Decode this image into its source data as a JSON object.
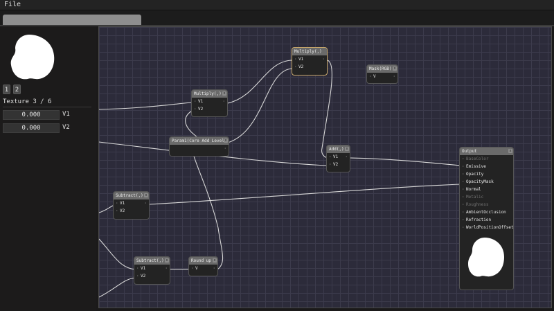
{
  "menu": {
    "file": "File"
  },
  "left_panel": {
    "buttons": [
      "1",
      "2"
    ],
    "texture_label": "Texture 3 / 6",
    "fields": [
      {
        "value": "0.000",
        "label": "V1"
      },
      {
        "value": "0.000",
        "label": "V2"
      }
    ]
  },
  "nodes": {
    "multiply_top": {
      "title": "Multiply(,)",
      "inputs": [
        "V1",
        "V2"
      ]
    },
    "multiply_mid": {
      "title": "Multiply(,)",
      "inputs": [
        "V1",
        "V2"
      ]
    },
    "mask": {
      "title": "Mask(RGB)",
      "inputs": [
        "V"
      ]
    },
    "param": {
      "title": "Param1(Core Add Level)"
    },
    "add": {
      "title": "Add(,)",
      "inputs": [
        "V1",
        "V2"
      ]
    },
    "subtract_a": {
      "title": "Subtract(,)",
      "inputs": [
        "V1",
        "V2"
      ]
    },
    "subtract_b": {
      "title": "Subtract(,)",
      "inputs": [
        "V1",
        "V2"
      ]
    },
    "round_up": {
      "title": "Round up",
      "inputs": [
        "V"
      ]
    },
    "output": {
      "title": "Output",
      "inputs": [
        "BaseColor",
        "Emissive",
        "Opacity",
        "OpacityMask",
        "Normal",
        "Metalic",
        "Roughness",
        "AmbientOcclusion",
        "Refraction",
        "WorldPositionOffset"
      ],
      "disabled": [
        "BaseColor",
        "Metalic",
        "Roughness"
      ]
    }
  },
  "close_glyph": "x",
  "colors": {
    "canvas": "#2c2b3a",
    "grid": "#3c3b4c",
    "selected_border": "#c8a86a",
    "wire": "#d8d8d8"
  }
}
